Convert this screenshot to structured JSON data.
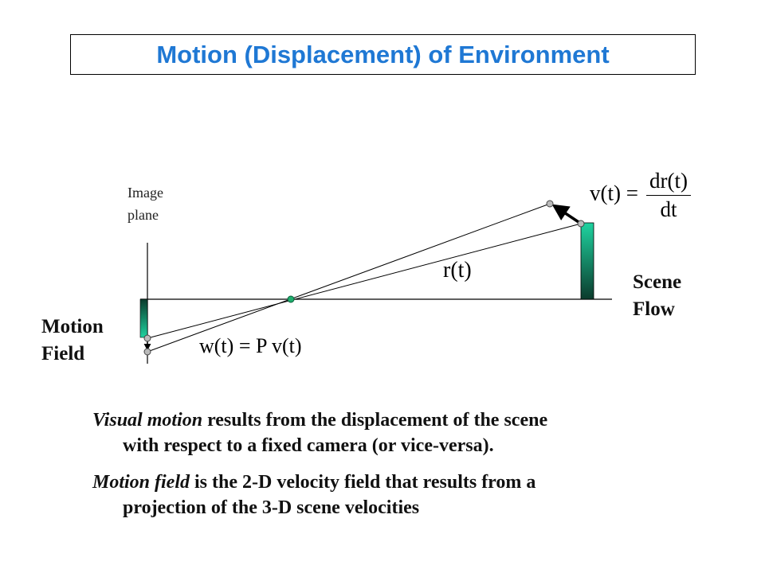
{
  "title": "Motion (Displacement) of Environment",
  "labels": {
    "image_plane_line1": "Image",
    "image_plane_line2": "plane",
    "scene_flow_line1": "Scene",
    "scene_flow_line2": "Flow",
    "motion_field_line1": "Motion",
    "motion_field_line2": "Field"
  },
  "equations": {
    "velocity_lhs": "v(t) =",
    "velocity_num": "dr(t)",
    "velocity_den": "dt",
    "position": "r(t)",
    "projection": "w(t) = P v(t)"
  },
  "paragraphs": [
    {
      "emph": "Visual motion",
      "line1_rest": " results from the displacement of the scene",
      "line2": "with respect to a fixed camera (or vice-versa)."
    },
    {
      "emph": "Motion field",
      "line1_rest": " is the 2-D velocity field that results from a",
      "line2": "projection of the 3-D scene velocities"
    }
  ],
  "colors": {
    "title": "#1f78d4",
    "object_fill_top": "#1fd3a0",
    "object_fill_bottom": "#0b3b2c",
    "point_fill": "#bbbbbb",
    "center_point": "#1fae6e"
  }
}
